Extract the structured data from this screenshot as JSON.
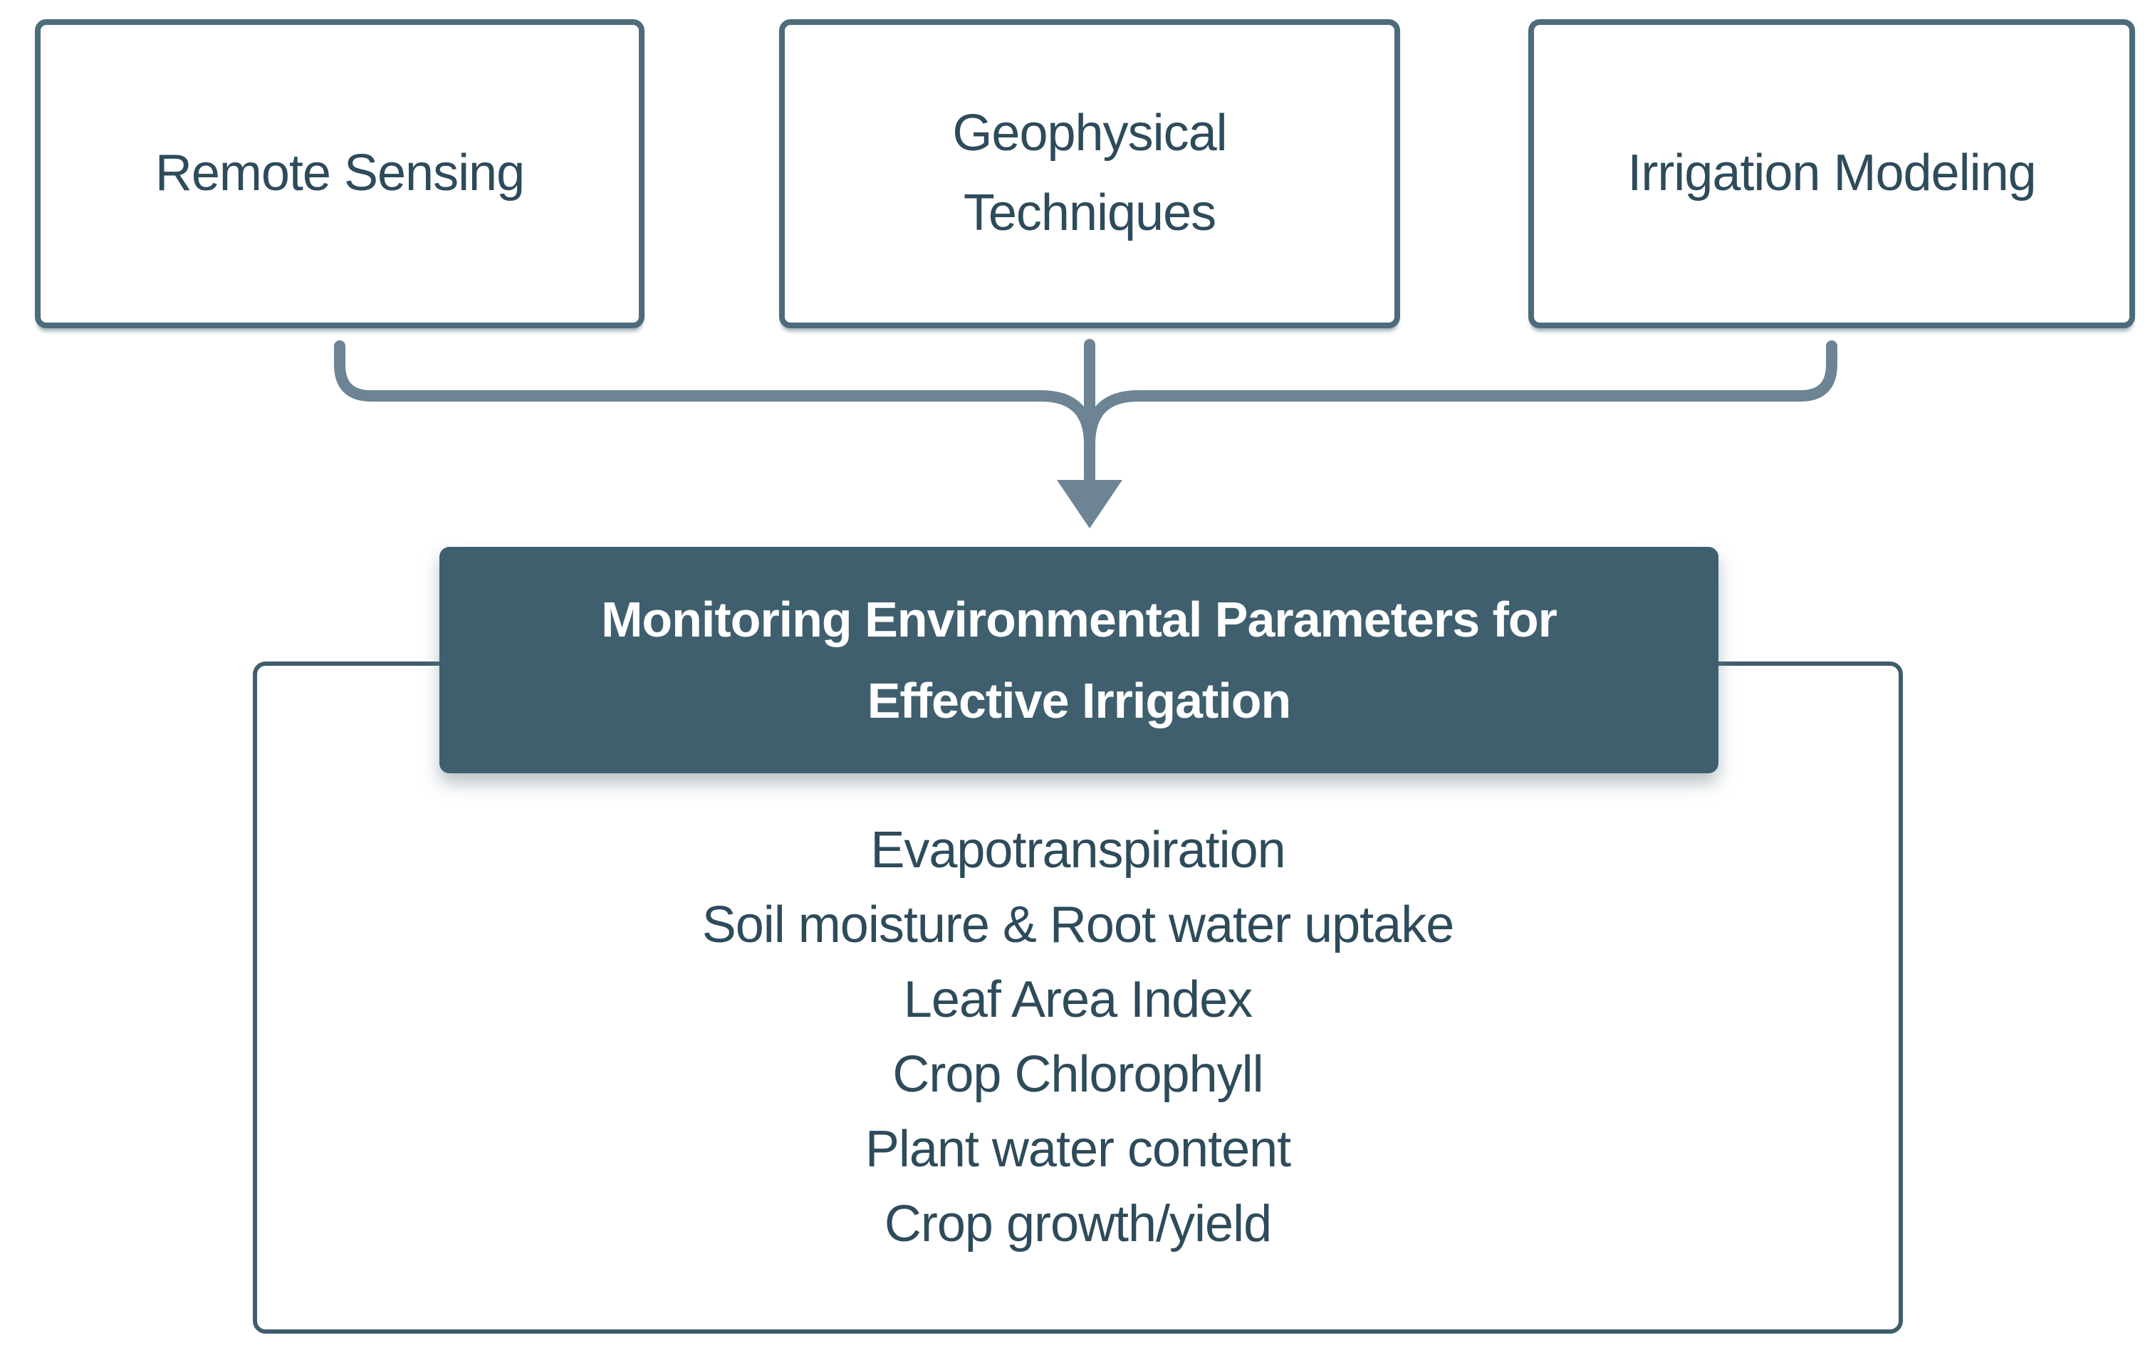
{
  "diagram": {
    "source_boxes": [
      {
        "label": "Remote Sensing"
      },
      {
        "label": "Geophysical Techniques"
      },
      {
        "label": "Irrigation Modeling"
      }
    ],
    "title_box": {
      "line1": "Monitoring Environmental Parameters for",
      "line2": "Effective Irrigation"
    },
    "parameters": [
      "Evapotranspiration",
      "Soil moisture & Root water uptake",
      "Leaf Area Index",
      "Crop Chlorophyll",
      "Plant water content",
      "Crop growth/yield"
    ],
    "colors": {
      "background": "#ffffff",
      "source_box_border": "#4d6b7a",
      "outline_box_border": "#405d6b",
      "connector_line": "#6c8493",
      "title_box_background": "#3f5f6e",
      "title_text": "#ffffff",
      "body_text": "#2e4b5a"
    }
  }
}
